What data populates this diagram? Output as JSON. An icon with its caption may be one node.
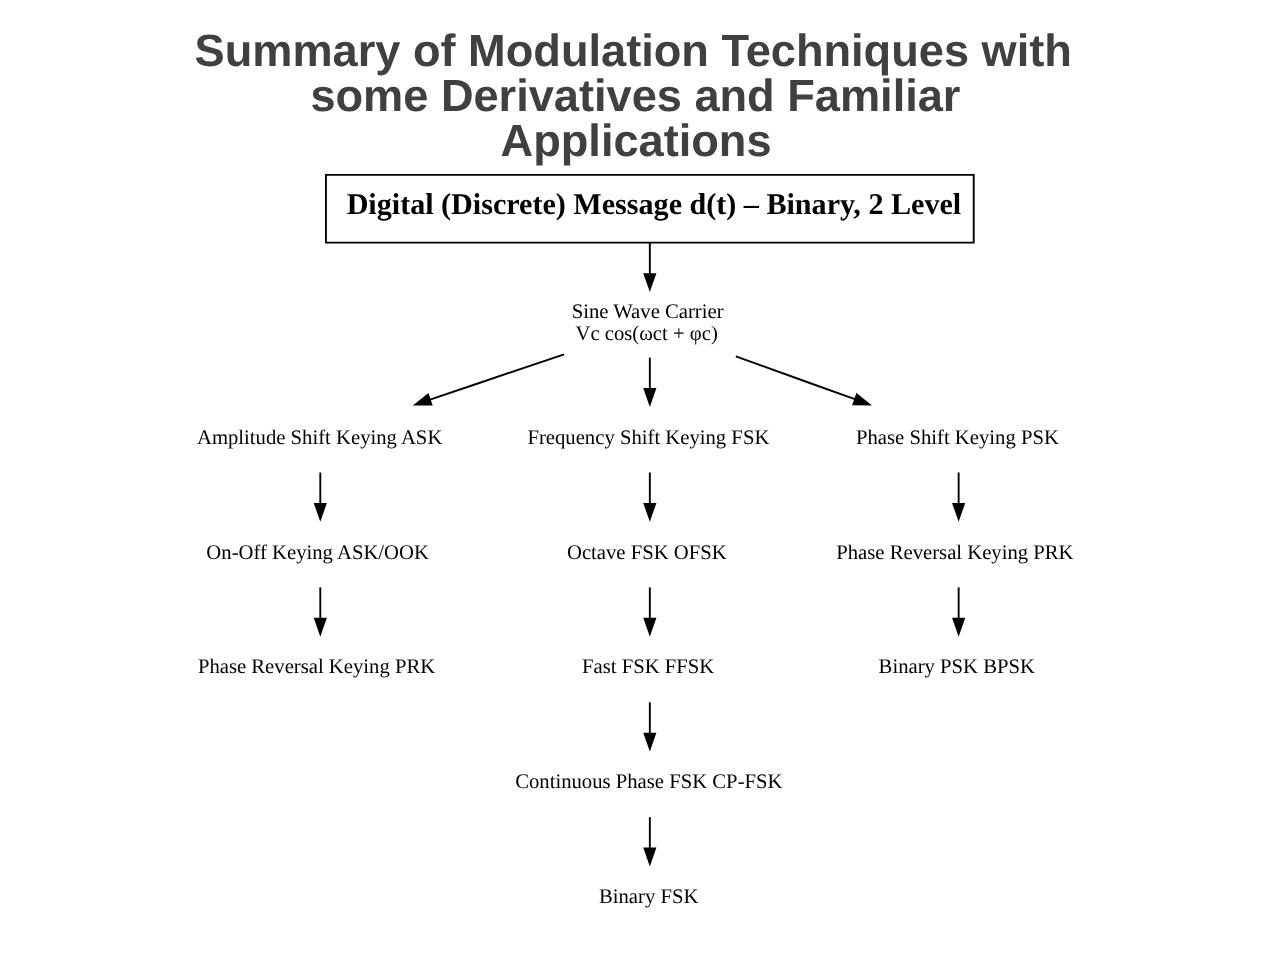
{
  "diagram": {
    "title": "Summary of Modulation Techniques with some Derivatives and Familiar Applications",
    "nodes": [
      {
        "text": [
          "Digital (Discrete) Message d(t) – Binary, 2 Level"
        ]
      },
      {
        "text": [
          "Sine Wave Carrier",
          "Vc cos(ωct + φc)"
        ]
      },
      {
        "text": [
          "Amplitude Shift Keying ASK"
        ]
      },
      {
        "text": [
          "Frequency Shift Keying FSK"
        ]
      },
      {
        "text": [
          "Phase Shift Keying PSK"
        ]
      },
      {
        "text": [
          "On-Off Keying ASK/OOK"
        ]
      },
      {
        "text": [
          "Octave FSK OFSK"
        ]
      },
      {
        "text": [
          "Phase Reversal Keying PRK"
        ]
      },
      {
        "text": [
          "Phase Reversal Keying PRK"
        ]
      },
      {
        "text": [
          "Fast FSK FFSK"
        ]
      },
      {
        "text": [
          "Binary PSK BPSK"
        ]
      },
      {
        "text": [
          "Continuous Phase FSK CP-FSK"
        ]
      },
      {
        "text": [
          "Binary FSK"
        ]
      }
    ],
    "edges": [
      {
        "from": 0,
        "to": 1,
        "arrow": "to"
      },
      {
        "from": 1,
        "to": 2,
        "arrow": "to"
      },
      {
        "from": 1,
        "to": 3,
        "arrow": "to"
      },
      {
        "from": 1,
        "to": 4,
        "arrow": "to"
      },
      {
        "from": 2,
        "to": 5,
        "arrow": "to"
      },
      {
        "from": 3,
        "to": 6,
        "arrow": "to"
      },
      {
        "from": 4,
        "to": 7,
        "arrow": "to"
      },
      {
        "from": 5,
        "to": 8,
        "arrow": "to"
      },
      {
        "from": 6,
        "to": 9,
        "arrow": "to"
      },
      {
        "from": 7,
        "to": 10,
        "arrow": "to"
      },
      {
        "from": 9,
        "to": 11,
        "arrow": "to"
      },
      {
        "from": 11,
        "to": 12,
        "arrow": "to"
      }
    ]
  }
}
